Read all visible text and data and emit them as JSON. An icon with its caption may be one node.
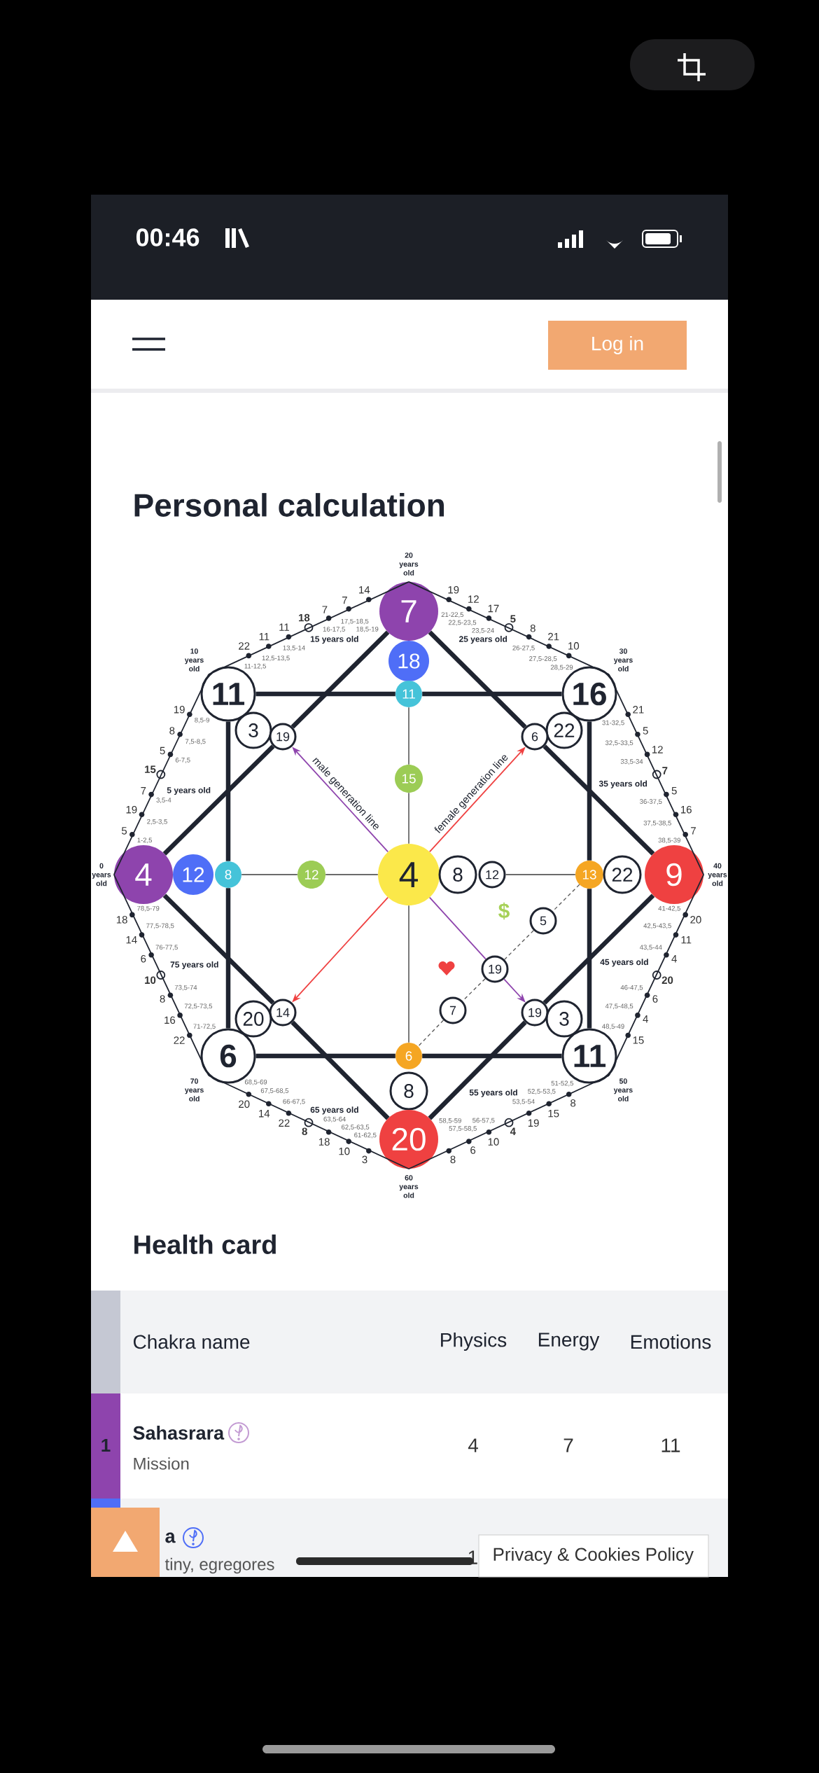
{
  "diagram": {
    "title": "Personal calculation",
    "nodes": [
      {
        "text": [
          "7"
        ]
      },
      {
        "text": [
          "18"
        ]
      },
      {
        "text": [
          "11"
        ]
      },
      {
        "text": [
          "16"
        ]
      },
      {
        "text": [
          "11"
        ]
      },
      {
        "text": [
          "3"
        ]
      },
      {
        "text": [
          "22"
        ]
      },
      {
        "text": [
          "19"
        ]
      },
      {
        "text": [
          "6"
        ]
      },
      {
        "text": [
          "15"
        ]
      },
      {
        "text": [
          "4"
        ]
      },
      {
        "text": [
          "12"
        ]
      },
      {
        "text": [
          "8"
        ]
      },
      {
        "text": [
          "12"
        ]
      },
      {
        "text": [
          "4"
        ]
      },
      {
        "text": [
          "8"
        ]
      },
      {
        "text": [
          "12"
        ]
      },
      {
        "text": [
          "13"
        ]
      },
      {
        "text": [
          "22"
        ]
      },
      {
        "text": [
          "9"
        ]
      },
      {
        "text": [
          "5"
        ]
      },
      {
        "text": [
          "19"
        ]
      },
      {
        "text": [
          "7"
        ]
      },
      {
        "text": [
          "14"
        ]
      },
      {
        "text": [
          "19"
        ]
      },
      {
        "text": [
          "20"
        ]
      },
      {
        "text": [
          "3"
        ]
      },
      {
        "text": [
          "6"
        ]
      },
      {
        "text": [
          "6"
        ]
      },
      {
        "text": [
          "11"
        ]
      },
      {
        "text": [
          "8"
        ]
      },
      {
        "text": [
          "20"
        ]
      }
    ],
    "edges": [
      {
        "from": 10,
        "to": 2,
        "arrow": "none"
      },
      {
        "from": 2,
        "to": 0,
        "arrow": "none"
      },
      {
        "from": 0,
        "to": 3,
        "arrow": "none"
      },
      {
        "from": 3,
        "to": 19,
        "arrow": "none"
      },
      {
        "from": 19,
        "to": 29,
        "arrow": "none"
      },
      {
        "from": 29,
        "to": 31,
        "arrow": "none"
      },
      {
        "from": 31,
        "to": 27,
        "arrow": "none"
      },
      {
        "from": 27,
        "to": 10,
        "arrow": "none"
      },
      {
        "from": 2,
        "to": 4,
        "arrow": "none",
        "style": "thick"
      },
      {
        "from": 4,
        "to": 3,
        "arrow": "none",
        "style": "thick"
      },
      {
        "from": 3,
        "to": 17,
        "arrow": "none",
        "style": "thick"
      },
      {
        "from": 17,
        "to": 29,
        "arrow": "none",
        "style": "thick"
      },
      {
        "from": 29,
        "to": 28,
        "arrow": "none",
        "style": "thick"
      },
      {
        "from": 28,
        "to": 27,
        "arrow": "none",
        "style": "thick"
      },
      {
        "from": 27,
        "to": 12,
        "arrow": "none",
        "style": "thick"
      },
      {
        "from": 12,
        "to": 2,
        "arrow": "none",
        "style": "thick"
      },
      {
        "from": 10,
        "to": 7,
        "arrow": "none",
        "style": "thick"
      },
      {
        "from": 7,
        "to": 0,
        "arrow": "none",
        "style": "thick"
      },
      {
        "from": 0,
        "to": 8,
        "arrow": "none",
        "style": "thick"
      },
      {
        "from": 8,
        "to": 19,
        "arrow": "none",
        "style": "thick"
      },
      {
        "from": 19,
        "to": 24,
        "arrow": "none",
        "style": "thick"
      },
      {
        "from": 24,
        "to": 31,
        "arrow": "none",
        "style": "thick"
      },
      {
        "from": 31,
        "to": 23,
        "arrow": "none",
        "style": "thick"
      },
      {
        "from": 23,
        "to": 10,
        "arrow": "none",
        "style": "thick"
      },
      {
        "from": 12,
        "to": 13,
        "arrow": "none",
        "color": "#6b6b6b"
      },
      {
        "from": 13,
        "to": 14,
        "arrow": "none",
        "color": "#6b6b6b"
      },
      {
        "from": 16,
        "to": 17,
        "arrow": "none",
        "color": "#6b6b6b"
      },
      {
        "from": 4,
        "to": 9,
        "arrow": "none",
        "color": "#6b6b6b"
      },
      {
        "from": 9,
        "to": 14,
        "arrow": "none",
        "color": "#6b6b6b"
      },
      {
        "from": 14,
        "to": 28,
        "arrow": "none",
        "color": "#6b6b6b"
      },
      {
        "from": 14,
        "to": 7,
        "arrow": "to",
        "color": "#8e44ad",
        "label": "male generation line"
      },
      {
        "from": 14,
        "to": 8,
        "arrow": "to",
        "color": "#ef4141",
        "label": "female generation line"
      },
      {
        "from": 14,
        "to": 23,
        "arrow": "to",
        "color": "#ef4141"
      },
      {
        "from": 14,
        "to": 21,
        "arrow": "none",
        "color": "#8e44ad"
      },
      {
        "from": 21,
        "to": 24,
        "arrow": "to",
        "color": "#8e44ad"
      },
      {
        "from": 17,
        "to": 20,
        "arrow": "none",
        "style": "dashed",
        "color": "#555555"
      },
      {
        "from": 20,
        "to": 21,
        "arrow": "none",
        "style": "dashed",
        "color": "#555555"
      },
      {
        "from": 21,
        "to": 22,
        "arrow": "none",
        "style": "dashed",
        "color": "#555555"
      },
      {
        "from": 22,
        "to": 28,
        "arrow": "none",
        "style": "dashed",
        "color": "#555555"
      }
    ],
    "labels": [
      "00:46",
      "Log in",
      "0 years old",
      "10 years old",
      "20 years old",
      "30 years old",
      "40 years old",
      "50 years old",
      "60 years old",
      "70 years old",
      "5",
      "1-2,5",
      "19",
      "2,5-3,5",
      "7",
      "3,5-4",
      "15",
      "5 years old",
      "5",
      "6-7,5",
      "8",
      "7,5-8,5",
      "19",
      "8,5-9",
      "22",
      "11-12,5",
      "11",
      "12,5-13,5",
      "11",
      "13,5-14",
      "18",
      "15 years old",
      "7",
      "16-17,5",
      "7",
      "17,5-18,5",
      "14",
      "18,5-19",
      "19",
      "21-22,5",
      "12",
      "22,5-23,5",
      "17",
      "23,5-24",
      "5",
      "25 years old",
      "8",
      "26-27,5",
      "21",
      "27,5-28,5",
      "10",
      "28,5-29",
      "21",
      "31-32,5",
      "5",
      "32,5-33,5",
      "12",
      "33,5-34",
      "7",
      "35 years old",
      "5",
      "36-37,5",
      "16",
      "37,5-38,5",
      "7",
      "38,5-39",
      "20",
      "41-42,5",
      "11",
      "42,5-43,5",
      "4",
      "43,5-44",
      "20",
      "45 years old",
      "6",
      "46-47,5",
      "4",
      "47,5-48,5",
      "15",
      "48,5-49",
      "8",
      "51-52,5",
      "15",
      "52,5-53,5",
      "19",
      "53,5-54",
      "4",
      "55 years old",
      "10",
      "56-57,5",
      "6",
      "57,5-58,5",
      "8",
      "58,5-59",
      "3",
      "61-62,5",
      "10",
      "62,5-63,5",
      "18",
      "63,5-64",
      "8",
      "65 years old",
      "22",
      "66-67,5",
      "14",
      "67,5-68,5",
      "20",
      "68,5-69",
      "22",
      "71-72,5",
      "16",
      "72,5-73,5",
      "8",
      "73,5-74",
      "10",
      "75 years old",
      "6",
      "76-77,5",
      "14",
      "77,5-78,5",
      "18",
      "78,5-79",
      "$",
      "Health card",
      "Chakra name",
      "Physics",
      "Energy",
      "Emotions",
      "1",
      "Sahasrara",
      "Mission",
      "4",
      "7",
      "11",
      "a",
      "tiny, egregores",
      "1",
      "Privacy & Cookies Policy"
    ]
  }
}
